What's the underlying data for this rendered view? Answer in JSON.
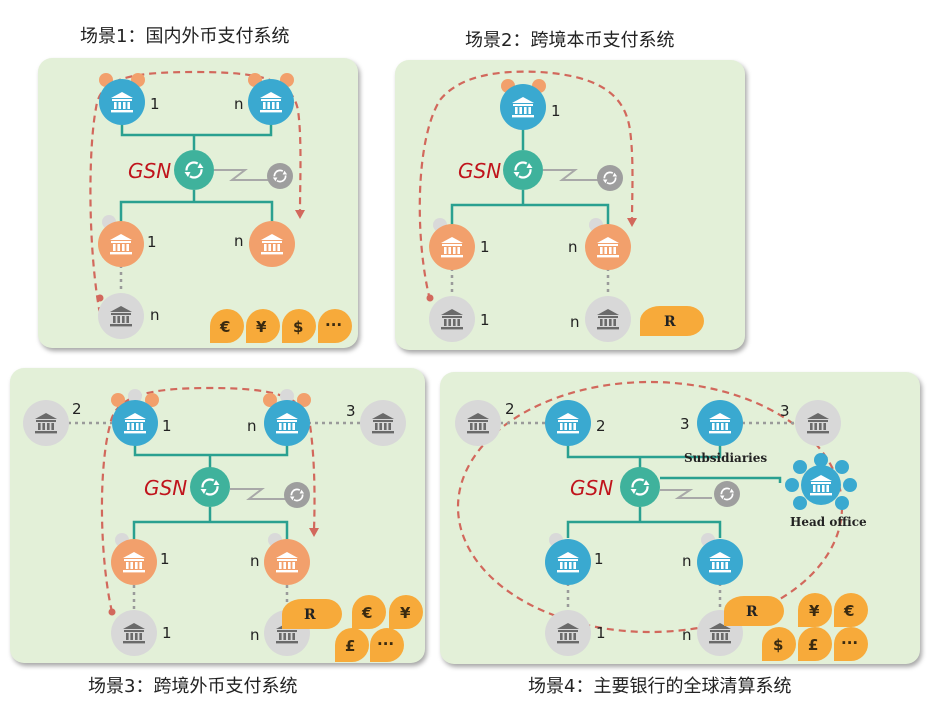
{
  "titles": {
    "s1": "场景1：国内外币支付系统",
    "s2": "场景2：跨境本币支付系统",
    "s3": "场景3：跨境外币支付系统",
    "s4": "场景4：主要银行的全球清算系统"
  },
  "gsn_label": "GSN",
  "node_labels": {
    "one": "1",
    "two": "2",
    "three": "3",
    "n": "n"
  },
  "currency": {
    "euro": "€",
    "yen": "¥",
    "dollar": "$",
    "pound": "£",
    "more": "···",
    "rand": "R"
  },
  "scene4": {
    "subsidiaries": "Subsidiaries",
    "head_office": "Head office"
  },
  "colors": {
    "panel_bg": "#e3f0d8",
    "blue_bank": "#3aa9d0",
    "orange_bank": "#f2a06c",
    "gray_bank": "#d8d8d8",
    "gsn_green": "#3fb29c",
    "connector": "#2aa090",
    "dashed_red": "#d2685c",
    "currency_orange": "#f7aa3a",
    "gsn_text": "#c0141c"
  }
}
